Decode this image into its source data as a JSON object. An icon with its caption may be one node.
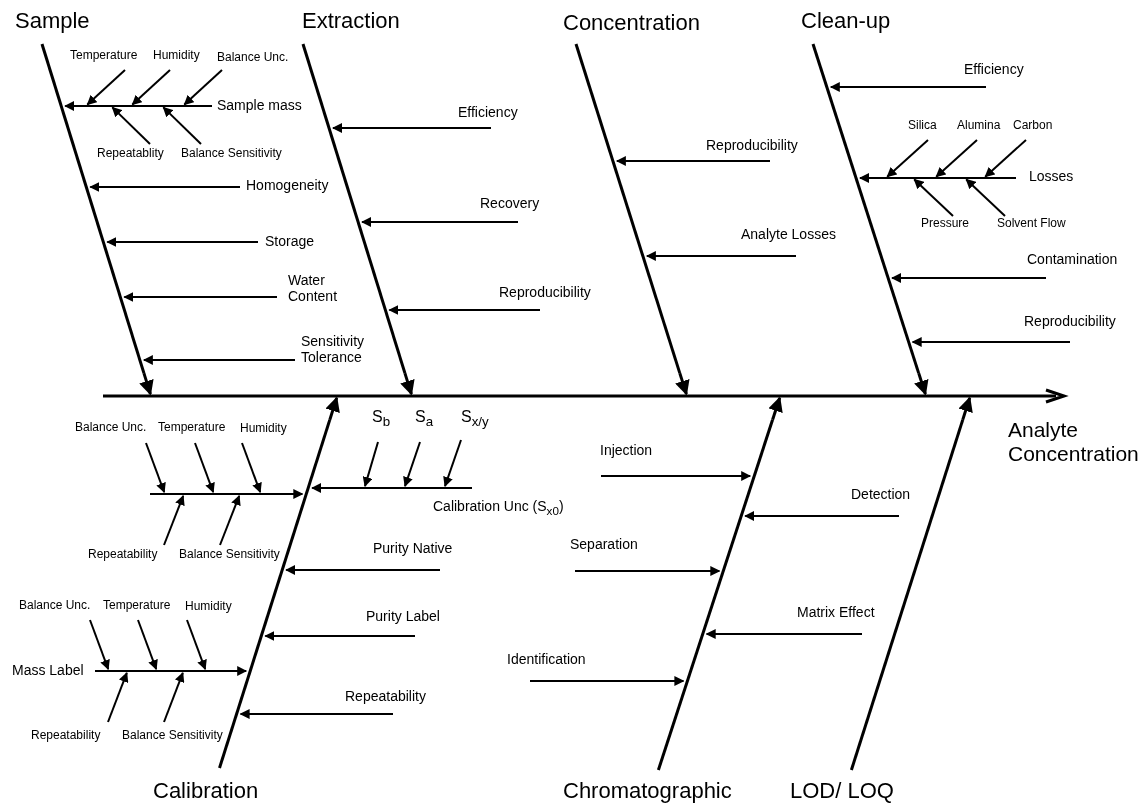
{
  "diagram": {
    "nodes": [
      {
        "text": [
          "Sample"
        ]
      },
      {
        "text": [
          "Sample mass"
        ]
      },
      {
        "text": [
          "Temperature"
        ]
      },
      {
        "text": [
          "Humidity"
        ]
      },
      {
        "text": [
          "Balance Unc."
        ]
      },
      {
        "text": [
          "Repeatablity"
        ]
      },
      {
        "text": [
          "Balance Sensitivity"
        ]
      },
      {
        "text": [
          "Homogeneity"
        ]
      },
      {
        "text": [
          "Storage"
        ]
      },
      {
        "text": [
          "Water Content"
        ]
      },
      {
        "text": [
          "Sensitivity Tolerance"
        ]
      },
      {
        "text": [
          "Extraction"
        ]
      },
      {
        "text": [
          "Efficiency"
        ]
      },
      {
        "text": [
          "Recovery"
        ]
      },
      {
        "text": [
          "Reproducibility"
        ]
      },
      {
        "text": [
          "Concentration"
        ]
      },
      {
        "text": [
          "Reproducibility"
        ]
      },
      {
        "text": [
          "Analyte Losses"
        ]
      },
      {
        "text": [
          "Clean-up"
        ]
      },
      {
        "text": [
          "Efficiency"
        ]
      },
      {
        "text": [
          "Silica"
        ]
      },
      {
        "text": [
          "Alumina"
        ]
      },
      {
        "text": [
          "Carbon"
        ]
      },
      {
        "text": [
          "Losses"
        ]
      },
      {
        "text": [
          "Pressure"
        ]
      },
      {
        "text": [
          "Solvent Flow"
        ]
      },
      {
        "text": [
          "Contamination"
        ]
      },
      {
        "text": [
          "Reproducibility"
        ]
      },
      {
        "text": [],
        "shape": "arrow",
        "beside": [
          "Analyte Concentration"
        ]
      },
      {
        "text": [
          "Calibration"
        ]
      },
      {
        "text": [
          "Balance Unc."
        ]
      },
      {
        "text": [
          "Temperature"
        ]
      },
      {
        "text": [
          "Humidity"
        ]
      },
      {
        "text": [],
        "shape": "line"
      },
      {
        "text": [
          "Repeatability"
        ]
      },
      {
        "text": [
          "Balance Sensitivity"
        ]
      },
      {
        "text": [
          "S$_{b}$"
        ]
      },
      {
        "text": [
          "S$_{a}$"
        ]
      },
      {
        "text": [
          "S$_{x/y}$"
        ]
      },
      {
        "text": [
          "Calibration Unc (S$_{x0}$)"
        ]
      },
      {
        "text": [
          "Purity Native"
        ]
      },
      {
        "text": [
          "Purity Label"
        ]
      },
      {
        "text": [
          "Balance Unc."
        ]
      },
      {
        "text": [
          "Temperature"
        ]
      },
      {
        "text": [
          "Humidity"
        ]
      },
      {
        "text": [
          "Mass Label"
        ]
      },
      {
        "text": [
          "Repeatability"
        ]
      },
      {
        "text": [
          "Balance Sensitivity"
        ]
      },
      {
        "text": [
          "Repeatability"
        ]
      },
      {
        "text": [
          "Chromatographic"
        ]
      },
      {
        "text": [
          "Injection"
        ]
      },
      {
        "text": [
          "Detection"
        ]
      },
      {
        "text": [
          "Separation"
        ]
      },
      {
        "text": [
          "Matrix Effect"
        ]
      },
      {
        "text": [
          "Identification"
        ]
      },
      {
        "text": [
          "LOD/ LOQ"
        ]
      }
    ],
    "edges": [
      {
        "from": 1,
        "to": 0,
        "arrow": "to"
      },
      {
        "from": 2,
        "to": 1,
        "arrow": "to"
      },
      {
        "from": 3,
        "to": 1,
        "arrow": "to"
      },
      {
        "from": 4,
        "to": 1,
        "arrow": "to"
      },
      {
        "from": 5,
        "to": 1,
        "arrow": "to"
      },
      {
        "from": 6,
        "to": 1,
        "arrow": "to"
      },
      {
        "from": 7,
        "to": 0,
        "arrow": "to"
      },
      {
        "from": 8,
        "to": 0,
        "arrow": "to"
      },
      {
        "from": 9,
        "to": 0,
        "arrow": "to"
      },
      {
        "from": 10,
        "to": 0,
        "arrow": "to"
      },
      {
        "from": 0,
        "to": 28,
        "arrow": "to"
      },
      {
        "from": 12,
        "to": 11,
        "arrow": "to"
      },
      {
        "from": 13,
        "to": 11,
        "arrow": "to"
      },
      {
        "from": 14,
        "to": 11,
        "arrow": "to"
      },
      {
        "from": 11,
        "to": 28,
        "arrow": "to"
      },
      {
        "from": 16,
        "to": 15,
        "arrow": "to"
      },
      {
        "from": 17,
        "to": 15,
        "arrow": "to"
      },
      {
        "from": 15,
        "to": 28,
        "arrow": "to"
      },
      {
        "from": 19,
        "to": 18,
        "arrow": "to"
      },
      {
        "from": 23,
        "to": 18,
        "arrow": "to"
      },
      {
        "from": 20,
        "to": 23,
        "arrow": "to"
      },
      {
        "from": 21,
        "to": 23,
        "arrow": "to"
      },
      {
        "from": 22,
        "to": 23,
        "arrow": "to"
      },
      {
        "from": 24,
        "to": 23,
        "arrow": "to"
      },
      {
        "from": 25,
        "to": 23,
        "arrow": "to"
      },
      {
        "from": 26,
        "to": 18,
        "arrow": "to"
      },
      {
        "from": 27,
        "to": 18,
        "arrow": "to"
      },
      {
        "from": 18,
        "to": 28,
        "arrow": "to"
      },
      {
        "from": 29,
        "to": 28,
        "arrow": "to"
      },
      {
        "from": 33,
        "to": 29,
        "arrow": "to"
      },
      {
        "from": 30,
        "to": 33,
        "arrow": "to"
      },
      {
        "from": 31,
        "to": 33,
        "arrow": "to"
      },
      {
        "from": 32,
        "to": 33,
        "arrow": "to"
      },
      {
        "from": 34,
        "to": 33,
        "arrow": "to"
      },
      {
        "from": 35,
        "to": 33,
        "arrow": "to"
      },
      {
        "from": 39,
        "to": 29,
        "arrow": "to"
      },
      {
        "from": 36,
        "to": 39,
        "arrow": "to"
      },
      {
        "from": 37,
        "to": 39,
        "arrow": "to"
      },
      {
        "from": 38,
        "to": 39,
        "arrow": "to"
      },
      {
        "from": 40,
        "to": 29,
        "arrow": "to"
      },
      {
        "from": 41,
        "to": 29,
        "arrow": "to"
      },
      {
        "from": 45,
        "to": 29,
        "arrow": "to"
      },
      {
        "from": 42,
        "to": 45,
        "arrow": "to"
      },
      {
        "from": 43,
        "to": 45,
        "arrow": "to"
      },
      {
        "from": 44,
        "to": 45,
        "arrow": "to"
      },
      {
        "from": 46,
        "to": 45,
        "arrow": "to"
      },
      {
        "from": 47,
        "to": 45,
        "arrow": "to"
      },
      {
        "from": 48,
        "to": 29,
        "arrow": "to"
      },
      {
        "from": 49,
        "to": 28,
        "arrow": "to"
      },
      {
        "from": 50,
        "to": 49,
        "arrow": "to"
      },
      {
        "from": 51,
        "to": 49,
        "arrow": "to"
      },
      {
        "from": 52,
        "to": 49,
        "arrow": "to"
      },
      {
        "from": 53,
        "to": 49,
        "arrow": "to"
      },
      {
        "from": 54,
        "to": 49,
        "arrow": "to"
      },
      {
        "from": 55,
        "to": 28,
        "arrow": "to"
      }
    ]
  }
}
